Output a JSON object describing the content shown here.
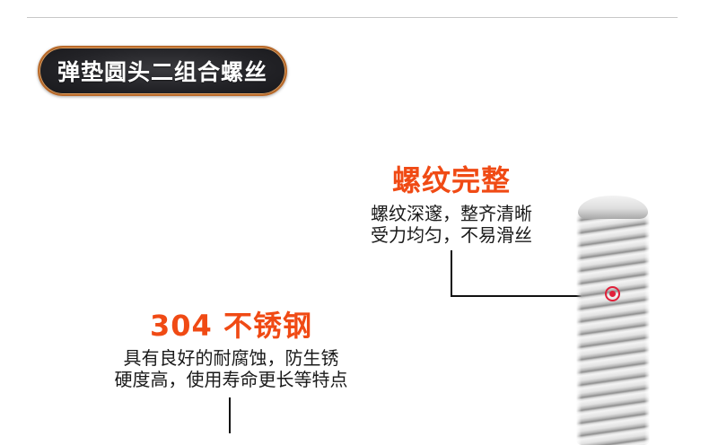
{
  "title": "弹垫圆头二组合螺丝",
  "features": [
    {
      "heading": "螺纹完整",
      "lines": [
        "螺纹深邃，整齐清晰",
        "受力均匀，不易滑丝"
      ]
    },
    {
      "heading": "304 不锈钢",
      "lines": [
        "具有良好的耐腐蚀，防生锈",
        "硬度高，使用寿命更长等特点"
      ]
    }
  ],
  "colors": {
    "accent": "#f04a14",
    "pill_bg": "#222226",
    "pill_border": "#b96a2a",
    "marker": "#e0203a",
    "text": "#1a1a1a"
  },
  "icons": {
    "marker": "target-marker-icon"
  }
}
